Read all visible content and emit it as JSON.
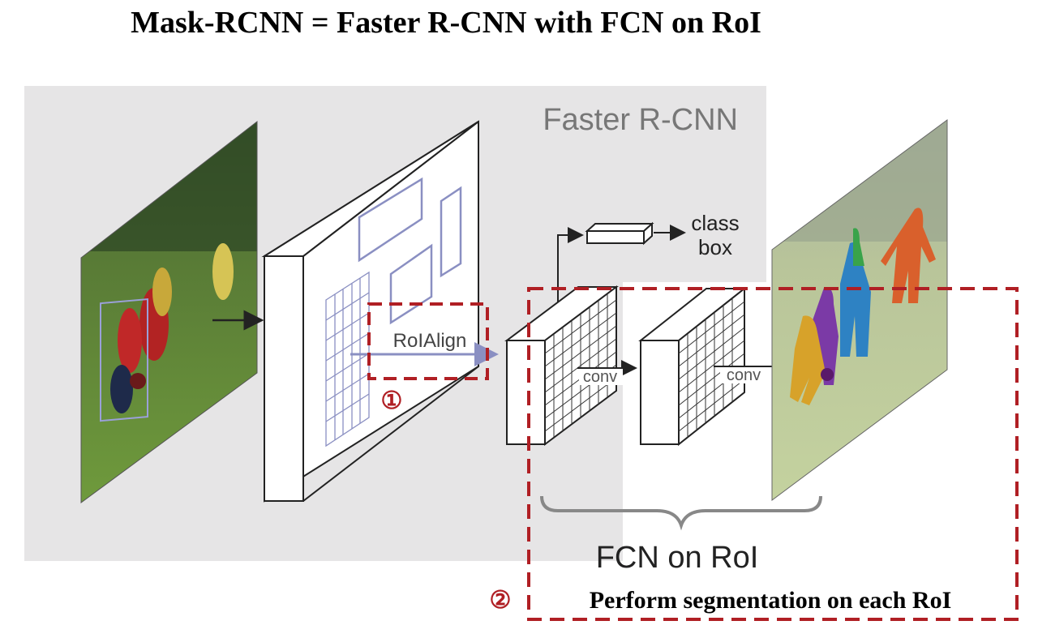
{
  "title": "Mask-RCNN = Faster R-CNN with FCN on RoI",
  "diagram": {
    "faster_rcnn_label": "Faster R-CNN",
    "roialign_label": "RoIAlign",
    "class_label": "class",
    "box_label": "box",
    "conv_label_1": "conv",
    "conv_label_2": "conv",
    "fcn_label": "FCN on RoI",
    "step1_marker": "①",
    "step2_marker": "②",
    "step2_caption": "Perform segmentation on each RoI",
    "colors": {
      "background_panel": "#e6e5e6",
      "highlight_dash": "#b01f24",
      "roi_box": "#8a8fc2",
      "line": "#222222",
      "label_gray": "#777777"
    }
  }
}
